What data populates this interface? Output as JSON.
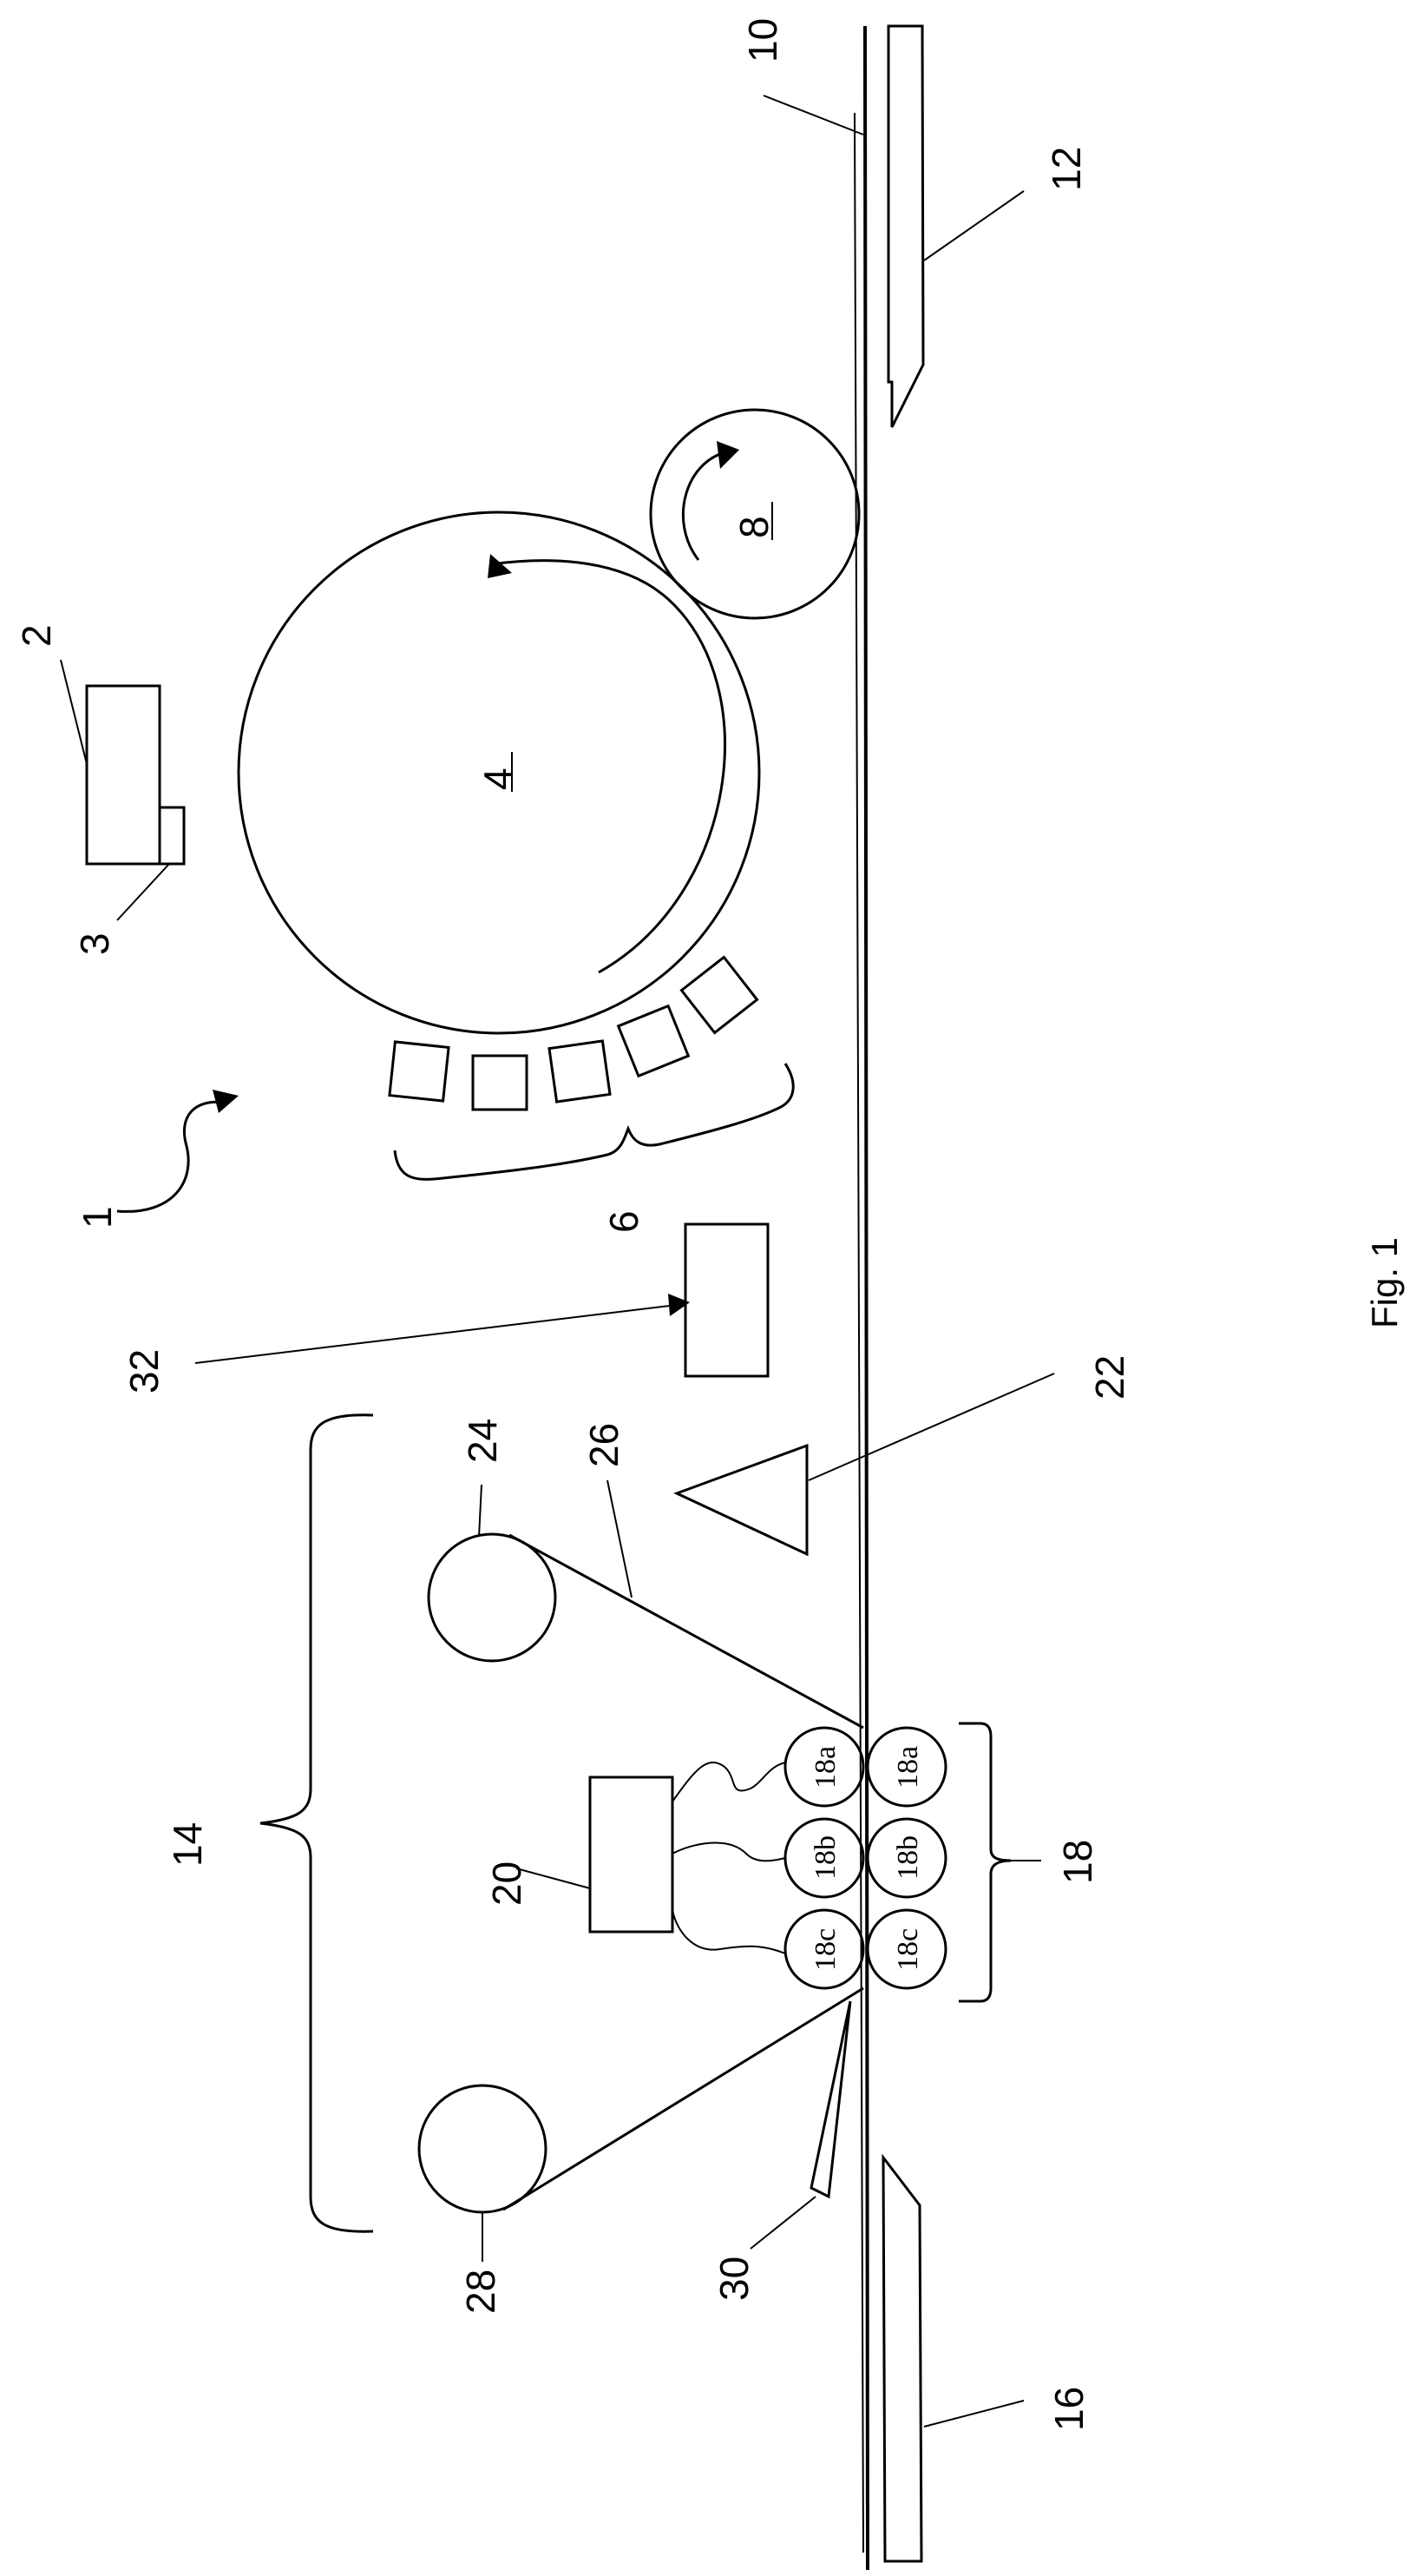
{
  "figure": {
    "caption": "Fig. 1",
    "labels": {
      "system": "1",
      "device": "2",
      "device_part": "3",
      "drum": "4",
      "units": "6",
      "roller": "8",
      "line": "10",
      "plate_top": "12",
      "assembly": "14",
      "plate_bottom": "16",
      "roller_pairs": "18",
      "controller": "20",
      "triangle": "22",
      "upper_reel": "24",
      "web": "26",
      "lower_reel": "28",
      "wedge": "30",
      "box": "32"
    },
    "roller_labels": [
      "18a",
      "18b",
      "18c"
    ]
  }
}
